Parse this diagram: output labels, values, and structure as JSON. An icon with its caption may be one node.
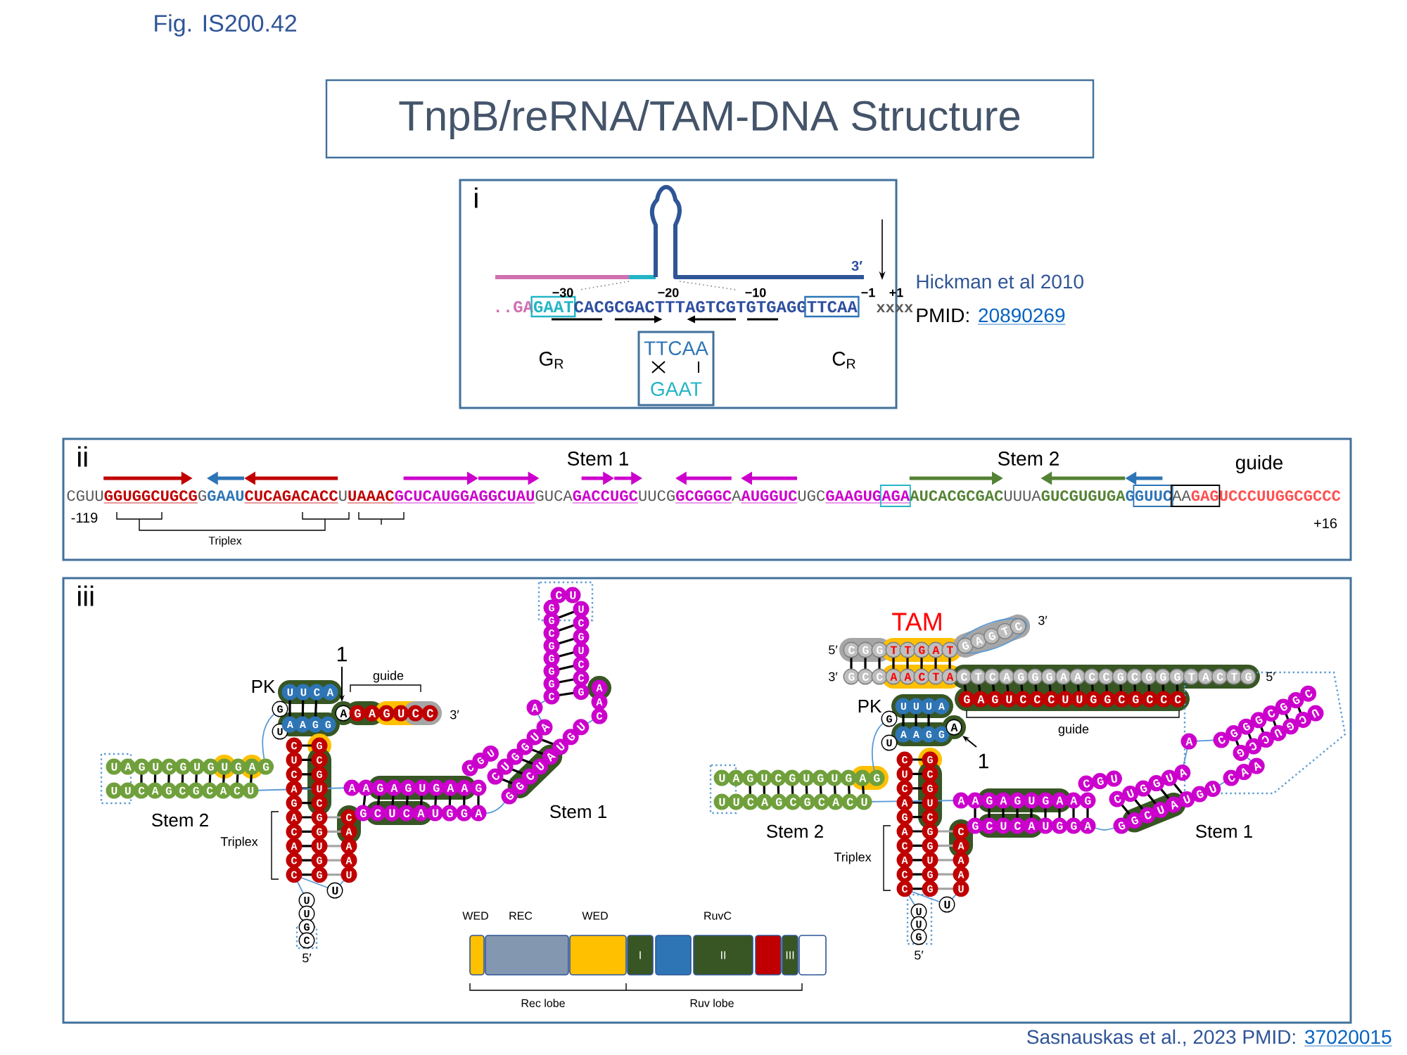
{
  "diagram": {
    "title": "TnpB/reRNA/TAM-DNA Structure",
    "nodes": [
      {
        "text": [
          "i"
        ]
      },
      {
        "text": [
          "TTCAA",
          "GAAT"
        ],
        "in": 0
      },
      {
        "text": [
          "ii"
        ]
      },
      {
        "text": [
          "iii"
        ]
      },
      {
        "text": [],
        "shape": "box",
        "in": 3
      },
      {
        "text": [],
        "shape": "box",
        "in": 3
      },
      {
        "text": [],
        "shape": "box",
        "in": 3
      },
      {
        "text": [
          "I"
        ],
        "in": 3
      },
      {
        "text": [],
        "shape": "box",
        "in": 3
      },
      {
        "text": [
          "II"
        ],
        "in": 3
      },
      {
        "text": [],
        "shape": "box",
        "in": 3
      },
      {
        "text": [
          "III"
        ],
        "in": 3
      },
      {
        "text": [],
        "shape": "box",
        "in": 3
      }
    ],
    "labels": [
      "Fig. IS200.42",
      "..GA",
      "GAAT",
      "CACGCGACTTTAGTCGTGTGAGG",
      "TTCAA",
      "xxxx",
      "−30",
      "−20",
      "−10",
      "−1",
      "+1",
      "3′",
      "G$_{R}$",
      "C$_{R}$",
      "Hickman et al 2010",
      "PMID:",
      "20890269",
      "Stem 1",
      "Stem 2",
      "guide",
      "CGUU",
      "GGUGGCUGCG",
      "G",
      "GAAU",
      "CUCAGACACC",
      "U",
      "UAAAC",
      "GCUCAUGGAGGCUAU",
      "GUCA",
      "GACCUGC",
      "UUCG",
      "GCGGGC",
      "A",
      "AUGGUC",
      "UGC",
      "GAAGUGAGA",
      "AUCACGCGAC",
      "UUUA",
      "GUCGUGUGA",
      "GGUUC",
      "AA",
      "GAGUCCCUUGGCGCCC",
      "-119",
      "+16",
      "Triplex",
      "1",
      "PK",
      "guide",
      "3′",
      "Stem 2",
      "Stem 1",
      "Triplex",
      "5′",
      "U U C A",
      "G U",
      "A A G G",
      "A",
      "G A G U C C",
      "U A G U C G U G U G A G",
      "U U C A G C G C A C U",
      "C U C A G A C A C C",
      "G C G U C G G U G G",
      "C A A A U",
      "U",
      "U U G C",
      "A A G A G U G A A G",
      "G C U C A U G G A",
      "C G U",
      "C U G G U A",
      "G G C U A U G U",
      "A",
      "G G C G G G G C",
      "C U",
      "U C G U C C G",
      "A A C",
      "TAM",
      "5′",
      "3′",
      "3′",
      "5′",
      "PK",
      "1",
      "guide",
      "Stem 2",
      "Triplex",
      "Stem 1",
      "5′",
      "C G G",
      "T T G A T",
      "G A G T C",
      "G C C",
      "A A C T A",
      "C T C A G G G A A C C G C G G G T A C T G",
      "G A G U C C C U U G G C G C C C",
      "U U U A",
      "G U",
      "A A G G",
      "A",
      "U A G U C G U G U G A G",
      "U U C A G C G C A C U",
      "C U C A G A C A C C",
      "G C G U C G G U G G",
      "C A A A U",
      "U",
      "U U G",
      "A A G A G U G A A G",
      "G C U C A U G G A",
      "C G U",
      "C U G G U A",
      "G G C U A U G U",
      "A",
      "C G G G C G G C",
      "U C G U C C G",
      "C A A",
      "WED",
      "REC",
      "WED",
      "RuvC",
      "Rec lobe",
      "Ruv lobe",
      "Sasnauskas et al., 2023 PMID:",
      "37020015"
    ]
  }
}
